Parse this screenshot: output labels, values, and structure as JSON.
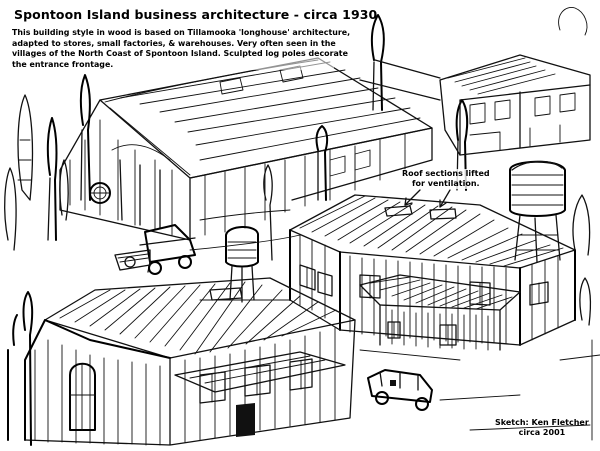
{
  "title": "Spontoon Island business architecture - circa 1930",
  "description_lines": [
    "This building style in wood is based on Tillamooka 'longhouse' architecture,",
    "adapted to stores, small factories, & warehouses. Very often seen in the",
    "villages of the North Coast of Spontoon Island. Sculpted log poles decorate",
    "the entrance frontage."
  ],
  "callout_lines": [
    "Roof sections lifted",
    "for ventilation."
  ],
  "credit_lines": [
    "Sketch: Ken Fletcher",
    "circa 2001"
  ]
}
